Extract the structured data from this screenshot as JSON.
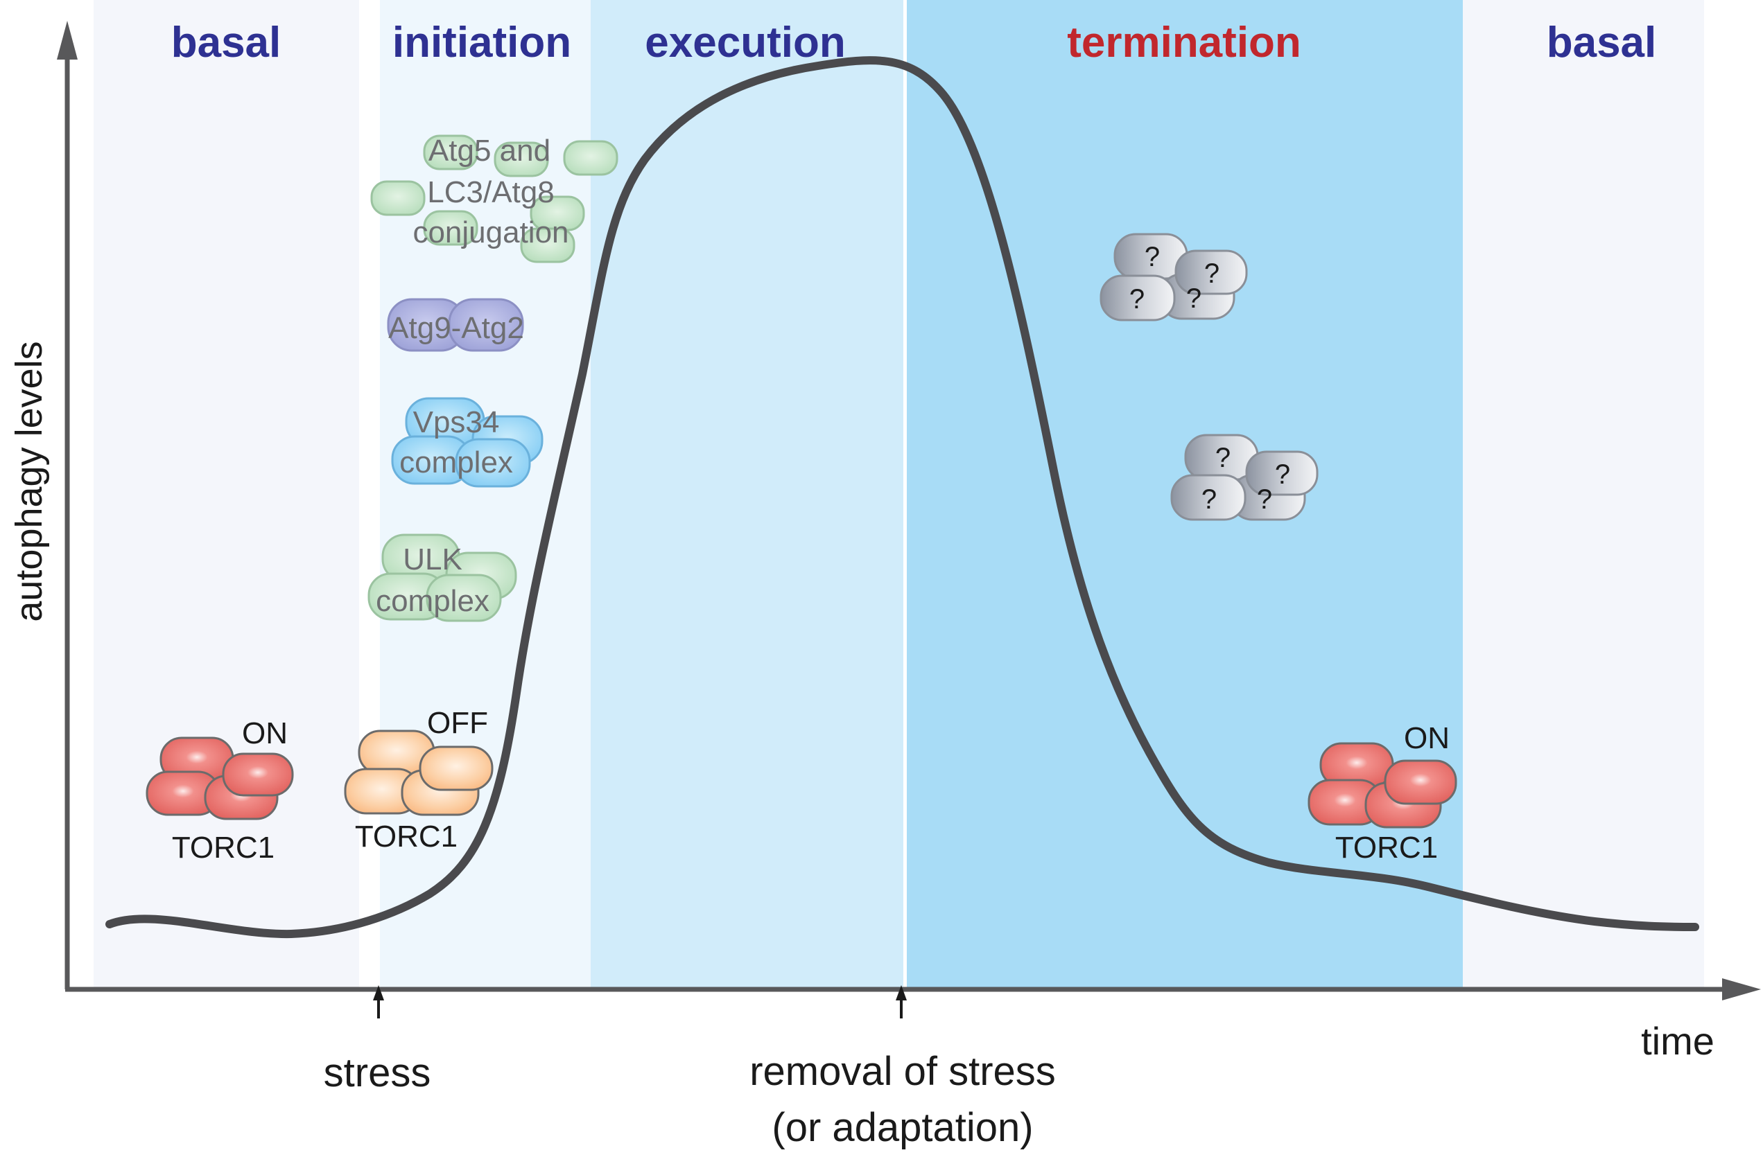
{
  "phases": {
    "basal_1": "basal",
    "initiation": "initiation",
    "execution": "execution",
    "termination": "termination",
    "basal_2": "basal"
  },
  "axes": {
    "y_label": "autophagy levels",
    "x_label": "time"
  },
  "events": {
    "stress": "stress",
    "removal_line1": "removal of stress",
    "removal_line2": "(or adaptation)"
  },
  "torc1": {
    "left_state": "ON",
    "left_label": "TORC1",
    "mid_state": "OFF",
    "mid_label": "TORC1",
    "right_state": "ON",
    "right_label": "TORC1"
  },
  "complexes": {
    "atg5_line1": "Atg5 and",
    "atg5_line2": "LC3/Atg8",
    "atg5_line3": "conjugation",
    "atg9": "Atg9-Atg2",
    "vps34_line1": "Vps34",
    "vps34_line2": "complex",
    "ulk_line1": "ULK",
    "ulk_line2": "complex"
  },
  "unknown_factor_glyph": "?",
  "colors": {
    "phase_text": "#2e3192",
    "termination_text": "#c1272d",
    "basal_bg": "#f4f6fb",
    "initiation_bg": "#eef7fd",
    "execution_bg": "#d1ecfa",
    "termination_bg": "#a8dcf6",
    "curve": "#4a4a4d",
    "torc1_on": "#e8706c",
    "torc1_off": "#fcc392",
    "green_protein": "#bfe3c3",
    "purple_protein": "#a9acdc",
    "blue_protein": "#96d4f5",
    "unknown_protein": "#aeb3bd"
  }
}
